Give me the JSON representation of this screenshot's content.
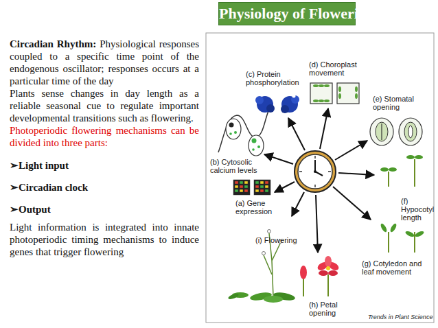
{
  "diagram": {
    "title": "Physiology of Flowering",
    "labels": [
      "Circadian Rhythm:",
      "Physiological responses coupled to a specific time point of the endogenous oscillator; responses occurs at a particular time of the day",
      "Plants sense changes in day length as a reliable seasonal cue to regulate important developmental transitions such as flowering.",
      "Photoperiodic flowering mechanisms can be divided into three parts:",
      "➢Light input",
      "➢Circadian clock",
      "➢Output",
      "Light information is integrated into innate photoperiodic timing mechanisms to induce genes that trigger flowering",
      "(a) Gene expression",
      "(b) Cytosolic calcium levels",
      "(c) Protein phosphorylation",
      "(d) Choroplast movement",
      "(e) Stomatal opening",
      "(f) Hypocotyl length",
      "(g) Cotyledon and leaf movement",
      "(h) Petal opening",
      "(i) Flowering",
      "Trends in Plant Science"
    ]
  }
}
